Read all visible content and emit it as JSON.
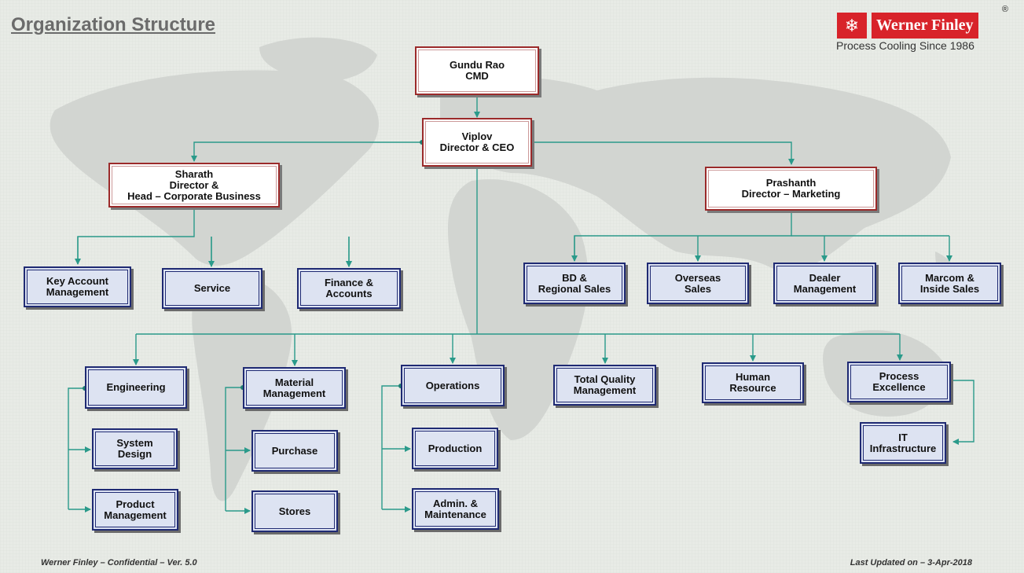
{
  "title": "Organization Structure",
  "logo": {
    "name": "Werner Finley",
    "registered": "®",
    "tagline": "Process Cooling Since 1986",
    "icon": "snowflake-icon"
  },
  "colors": {
    "exec_border": "#9b2a2a",
    "dept_border": "#1f2a73",
    "dept_fill": "#dde3f2",
    "connector": "#2a9a8a",
    "logo_red": "#d8232a"
  },
  "nodes": {
    "cmd": "Gundu Rao\nCMD",
    "ceo": "Viplov\nDirector & CEO",
    "sharath": "Sharath\nDirector &\nHead – Corporate Business",
    "prashanth": "Prashanth\nDirector – Marketing",
    "key_account": "Key Account\nManagement",
    "service": "Service",
    "finance": "Finance &\nAccounts",
    "bd_sales": "BD &\nRegional Sales",
    "overseas": "Overseas\nSales",
    "dealer": "Dealer\nManagement",
    "marcom": "Marcom &\nInside Sales",
    "engineering": "Engineering",
    "system_design": "System\nDesign",
    "product_mgmt": "Product\nManagement",
    "material": "Material\nManagement",
    "purchase": "Purchase",
    "stores": "Stores",
    "operations": "Operations",
    "production": "Production",
    "admin": "Admin. &\nMaintenance",
    "tqm": "Total Quality\nManagement",
    "hr": "Human\nResource",
    "process_ex": "Process\nExcellence",
    "it": "IT\nInfrastructure"
  },
  "footer": {
    "left": "Werner Finley – Confidential – Ver. 5.0",
    "right": "Last Updated on – 3-Apr-2018"
  }
}
